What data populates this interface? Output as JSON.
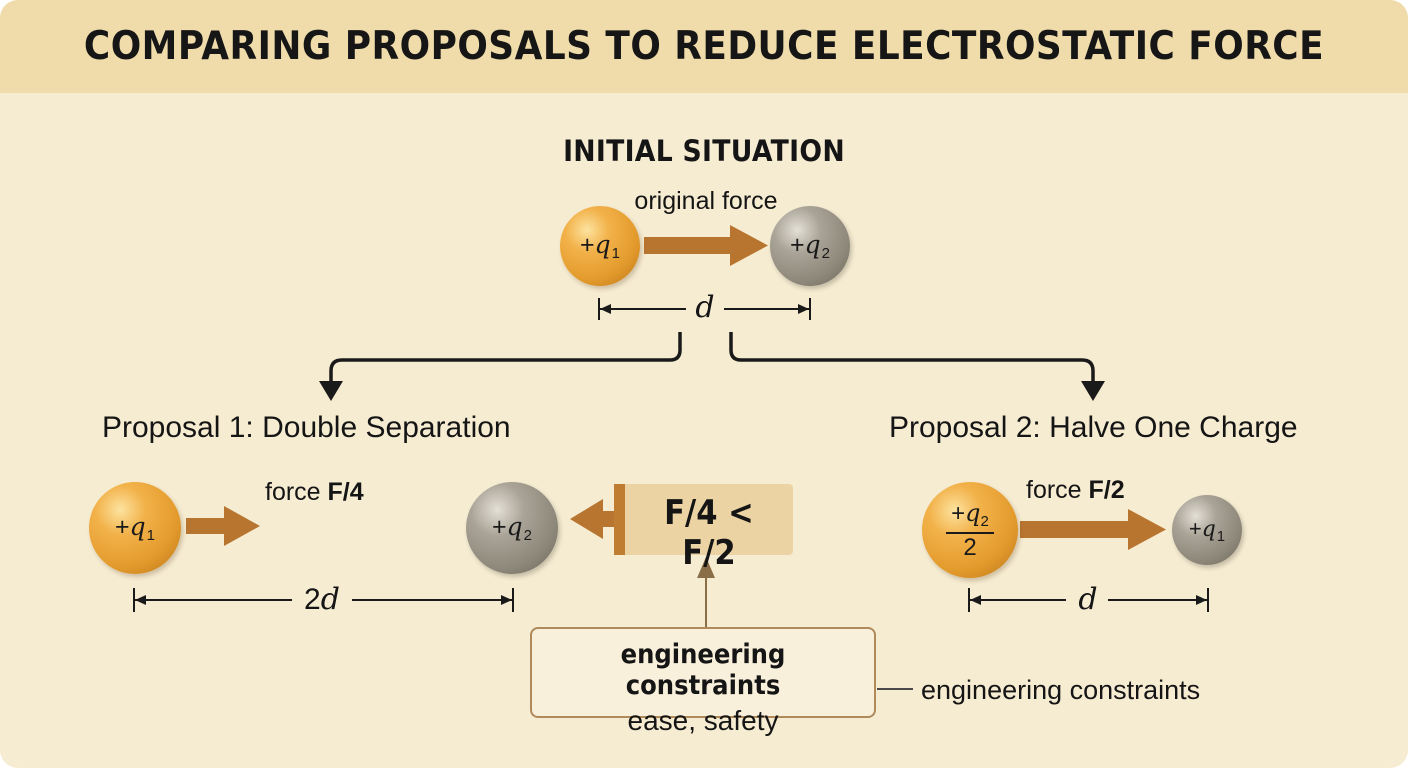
{
  "title": "COMPARING PROPOSALS TO REDUCE ELECTROSTATIC FORCE",
  "initial": {
    "heading": "INITIAL SITUATION",
    "force_label": "original force",
    "charge_left": {
      "sign": "+",
      "symbol": "q",
      "sub": "1"
    },
    "charge_right": {
      "sign": "+",
      "symbol": "q",
      "sub": "2"
    },
    "distance": "d"
  },
  "proposal1": {
    "heading": "Proposal 1: Double Separation",
    "force_prefix": "force ",
    "force_value": "F/4",
    "charge_left": {
      "sign": "+",
      "symbol": "q",
      "sub": "1"
    },
    "charge_right": {
      "sign": "+",
      "symbol": "q",
      "sub": "2"
    },
    "distance_num": "2",
    "distance_var": "d"
  },
  "proposal2": {
    "heading": "Proposal 2: Halve One Charge",
    "force_prefix": "force ",
    "force_value": "F/2",
    "charge_left": {
      "sign": "+",
      "symbol": "q",
      "sub": "2",
      "denominator": "2"
    },
    "charge_right": {
      "sign": "+",
      "symbol": "q",
      "sub": "1"
    },
    "distance": "d"
  },
  "comparison": "F/4 < F/2",
  "constraints_box": {
    "heading": "engineering constraints",
    "detail": "ease, safety"
  },
  "constraints_label": "engineering constraints",
  "colors": {
    "background": "#f6ecd2",
    "title_band": "#efdcaa",
    "arrow_brown": "#b87530",
    "charge_orange": "#e39a2c",
    "charge_gray": "#8d877a",
    "comparison_box": "#ecd3a3"
  }
}
